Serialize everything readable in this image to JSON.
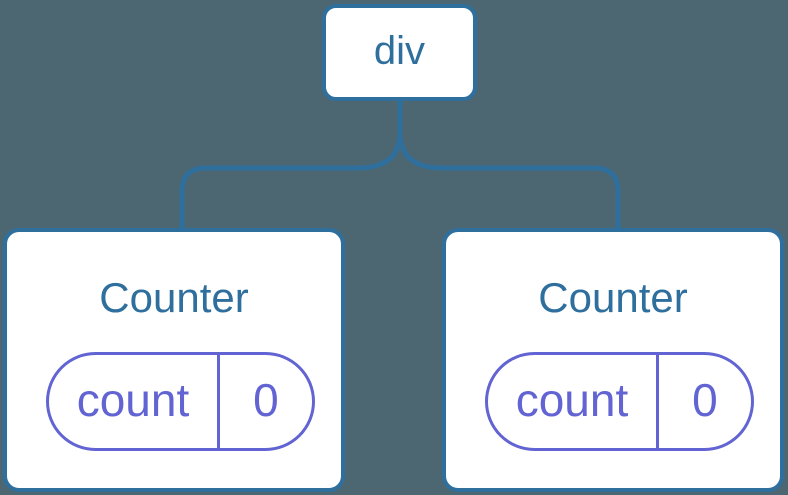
{
  "diagram": {
    "colors": {
      "background": "#4C6772",
      "blue": "#2E6F9D",
      "purple": "#6164D2",
      "card_background": "#FFFFFF"
    },
    "root": {
      "label": "div"
    },
    "counters": [
      {
        "title": "Counter",
        "state_key": "count",
        "state_value": "0"
      },
      {
        "title": "Counter",
        "state_key": "count",
        "state_value": "0"
      }
    ]
  }
}
